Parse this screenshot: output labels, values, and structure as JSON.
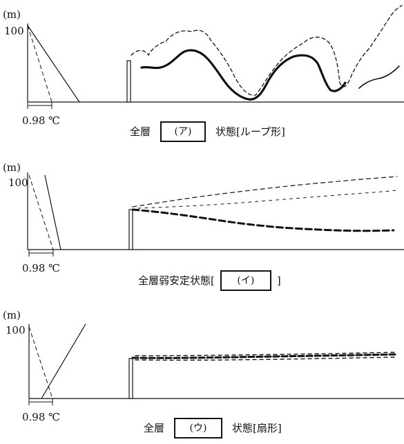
{
  "panels": [
    {
      "unit": "(m)",
      "y_tick": "100",
      "temp_label": "0.98 ℃",
      "caption_prefix": "全層",
      "blank": "(ア)",
      "caption_suffix": "状態[ループ形]"
    },
    {
      "unit": "(m)",
      "y_tick": "100",
      "temp_label": "0.98 ℃",
      "caption_prefix": "全層弱安定状態[",
      "blank": "(イ)",
      "caption_suffix": "]"
    },
    {
      "unit": "(m)",
      "y_tick": "100",
      "temp_label": "0.98 ℃",
      "caption_prefix": "全層",
      "blank": "(ウ)",
      "caption_suffix": "状態[扇形]"
    }
  ]
}
